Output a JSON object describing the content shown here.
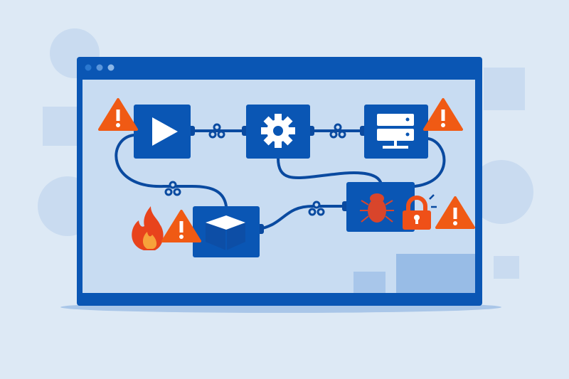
{
  "colors": {
    "background": "#dde9f5",
    "window_frame": "#0a56b4",
    "window_content": "#c8dcf2",
    "node": "#0a56b4",
    "connector": "#0a4aa0",
    "warning": "#f05a14",
    "fire_outer": "#e8431c",
    "fire_inner": "#f7a23a",
    "bug": "#d9452b",
    "lock": "#ef5018"
  },
  "window": {
    "title_dots": 3
  },
  "nodes": [
    {
      "icon": "play-icon"
    },
    {
      "icon": "gear-icon"
    },
    {
      "icon": "server-icon"
    },
    {
      "icon": "package-box-icon"
    },
    {
      "icon": "bug-icon"
    }
  ],
  "alerts": [
    {
      "icon": "warning-icon",
      "near": "play"
    },
    {
      "icon": "warning-icon",
      "near": "server"
    },
    {
      "icon": "warning-icon",
      "near": "package"
    },
    {
      "icon": "fire-icon",
      "near": "package"
    },
    {
      "icon": "lock-icon",
      "near": "bug"
    },
    {
      "icon": "warning-icon",
      "near": "bug"
    }
  ],
  "connector_icon": "webhook-icon"
}
